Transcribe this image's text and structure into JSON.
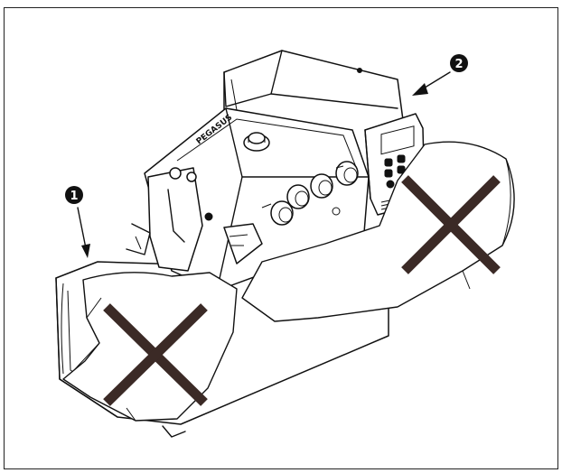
{
  "figure": {
    "callouts": [
      {
        "id": "callout-1",
        "label": "1"
      },
      {
        "id": "callout-2",
        "label": "2"
      }
    ],
    "brand_text": "PEGASUS",
    "colors": {
      "stroke": "#111111",
      "cross": "#3b2a26",
      "background": "#ffffff"
    },
    "icons": [
      "hand-icon",
      "cross-icon",
      "sewing-machine-illustration",
      "control-panel-icon"
    ]
  }
}
